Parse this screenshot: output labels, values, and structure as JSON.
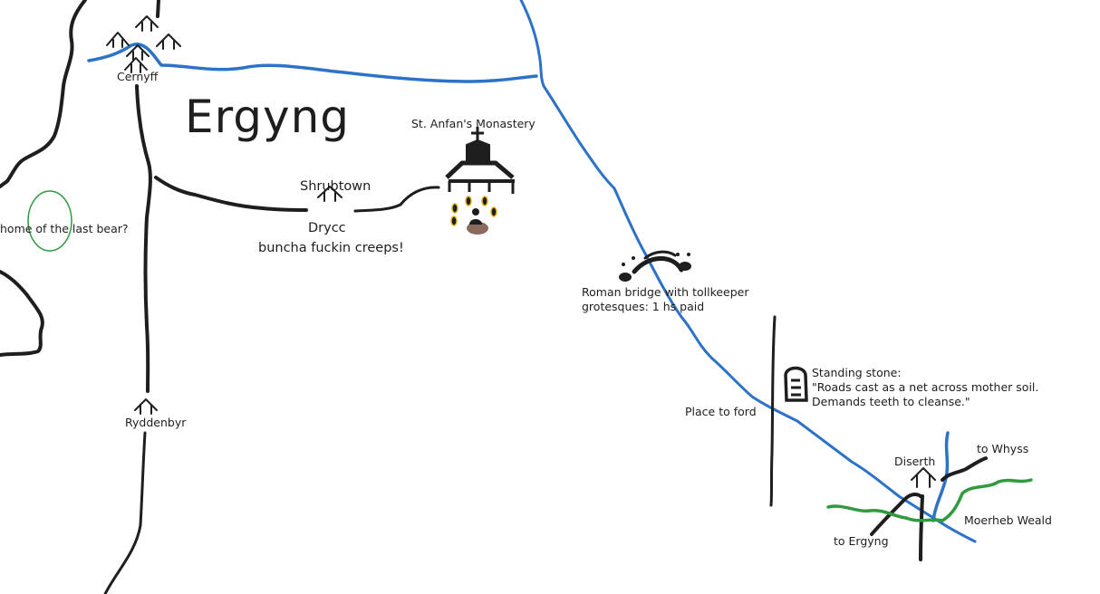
{
  "map": {
    "title": "Ergyng",
    "places": {
      "cernyff": "Cernyff",
      "shrubtown": "Shrubtown",
      "drycc": "Drycc",
      "drycc_note": "buncha fuckin creeps!",
      "monastery": "St. Anfan's Monastery",
      "bear": "home of the last bear?",
      "ryddenbyr": "Ryddenbyr",
      "bridge_line1": "Roman bridge with tollkeeper",
      "bridge_line2": "grotesques: 1 hs paid",
      "stone_line1": "Standing stone:",
      "stone_line2": "\"Roads cast as a net across mother soil.",
      "stone_line3": "Demands teeth to cleanse.\"",
      "ford": "Place to ford",
      "diserth": "Diserth",
      "to_whyss": "to Whyss",
      "to_ergyng": "to Ergyng",
      "weald": "Moerheb Weald"
    },
    "colors": {
      "ink": "#1e1e1e",
      "river": "#2b72c8",
      "forest": "#2f9a3e",
      "candle": "#e0b020",
      "floor": "#8a6a5a"
    }
  }
}
